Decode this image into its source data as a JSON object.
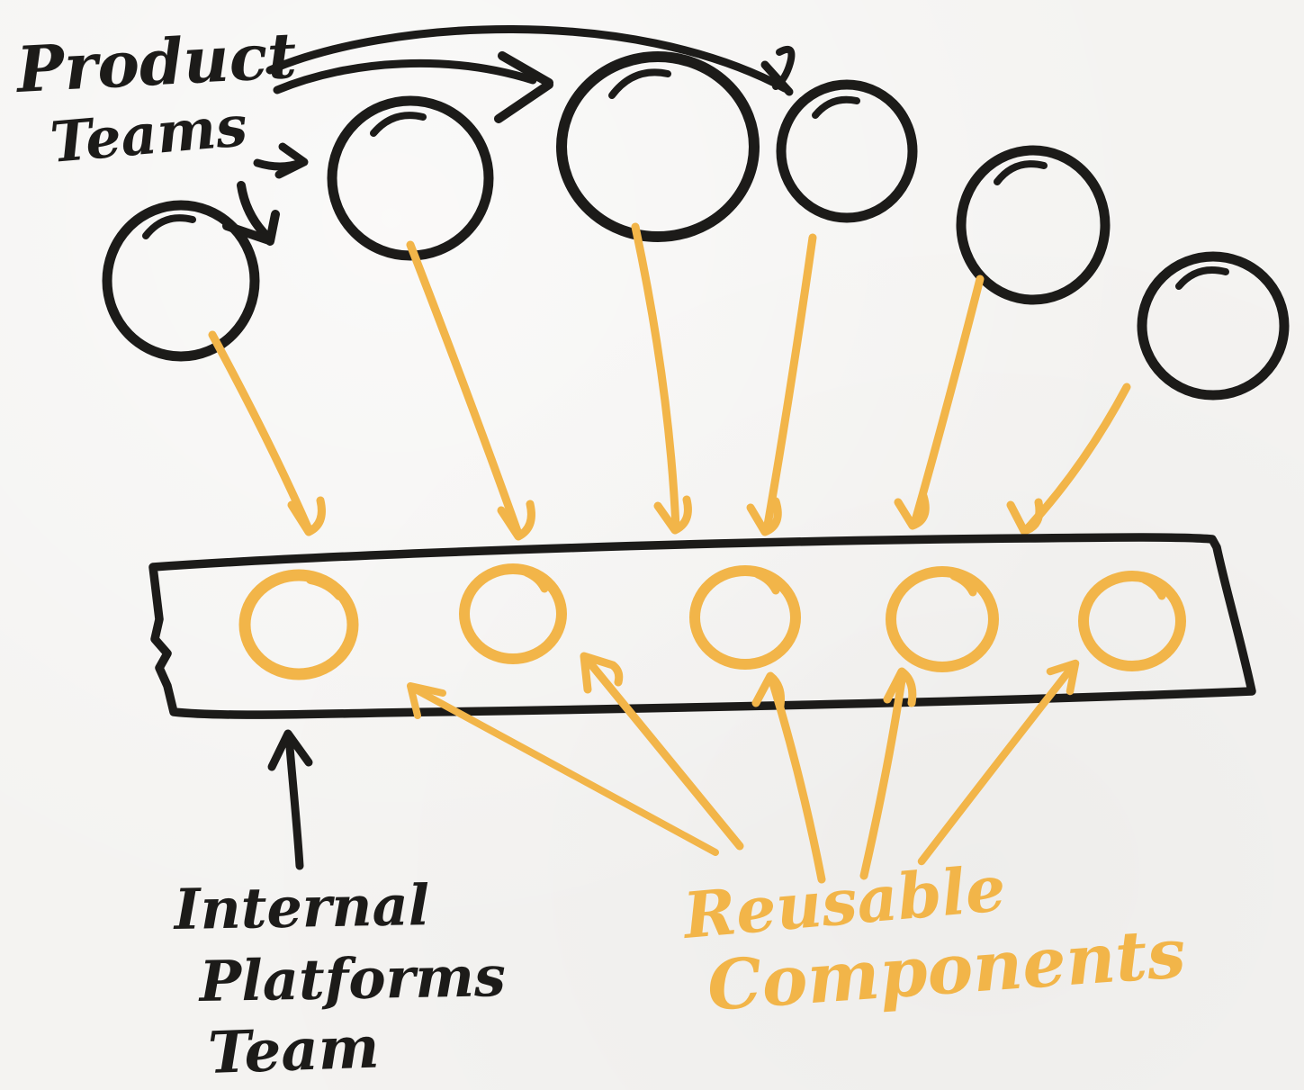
{
  "colors": {
    "paper": "#f4f3f1",
    "ink": "#1c1b19",
    "accent": "#f2b549"
  },
  "labels": {
    "product_teams": {
      "line1": "Product",
      "line2": "Teams"
    },
    "internal_platforms_team": {
      "line1": "Internal",
      "line2": "Platforms",
      "line3": "Team"
    },
    "reusable_components": {
      "line1": "Reusable",
      "line2": "Components"
    }
  },
  "structure": {
    "product_team_circles": 6,
    "platform_component_circles": 5,
    "team_to_platform_arrows": 6,
    "component_label_arrows": 5,
    "platform_team_arrows": 1,
    "description": "Hand-drawn sketch: six product team circles draw on reusable components inside an internal platform band built by the internal platforms team"
  }
}
